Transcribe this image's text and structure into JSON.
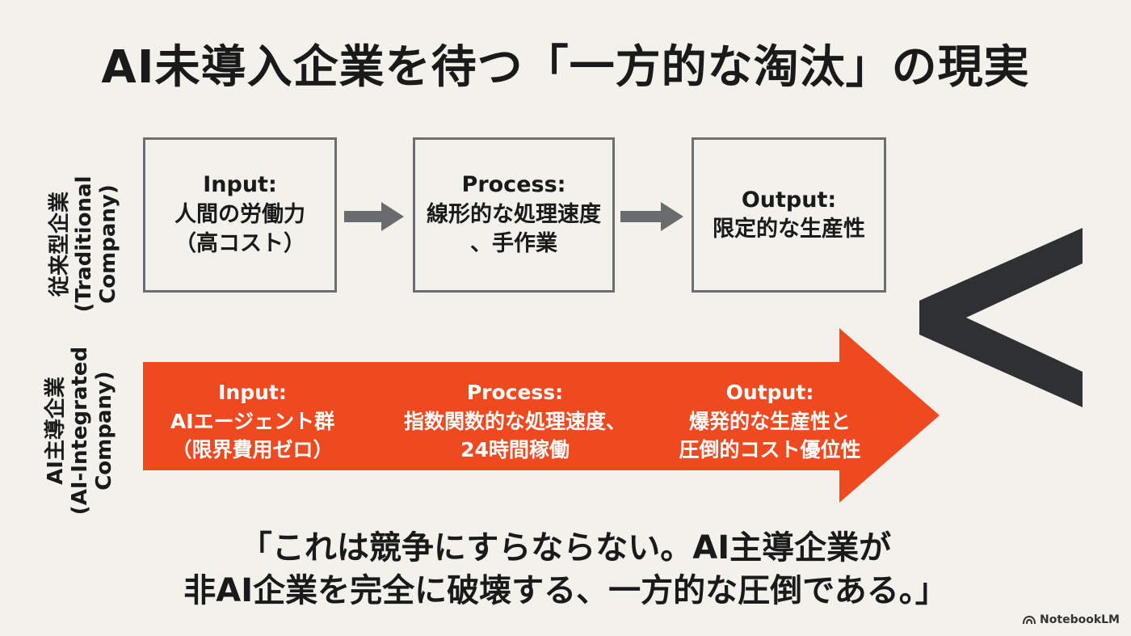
{
  "title": "AI未導入企業を待つ「一方的な淘汰」の現実",
  "traditional": {
    "label_line1": "従来型企業",
    "label_line2": "(Traditional",
    "label_line3": "Company)",
    "input": {
      "head": "Input:",
      "line1": "人間の労働力",
      "line2": "（高コスト）"
    },
    "process": {
      "head": "Process:",
      "line1": "線形的な処理速度",
      "line2": "、手作業"
    },
    "output": {
      "head": "Output:",
      "line1": "限定的な生産性"
    }
  },
  "ai_integrated": {
    "label_line1": "AI主導企業",
    "label_line2": "(AI-Integrated",
    "label_line3": "Company)",
    "input": {
      "head": "Input:",
      "line1": "AIエージェント群",
      "line2": "（限界費用ゼロ）"
    },
    "process": {
      "head": "Process:",
      "line1": "指数関数的な処理速度、",
      "line2": "24時間稼働"
    },
    "output": {
      "head": "Output:",
      "line1": "爆発的な生産性と",
      "line2": "圧倒的コスト優位性"
    }
  },
  "comparison_symbol": "<",
  "quote": {
    "line1": "「これは競争にすらならない。AI主導企業が",
    "line2": "非AI企業を完全に破壊する、一方的な圧倒である。」"
  },
  "brand": "NotebookLM",
  "colors": {
    "background": "#f2f1ec",
    "accent_orange": "#ef4a1f",
    "box_border": "#6d6e70",
    "gray_arrow": "#6a6b6d",
    "dark": "#2e3033"
  },
  "icons": {
    "brand_icon": "notebooklm-logo-icon"
  }
}
